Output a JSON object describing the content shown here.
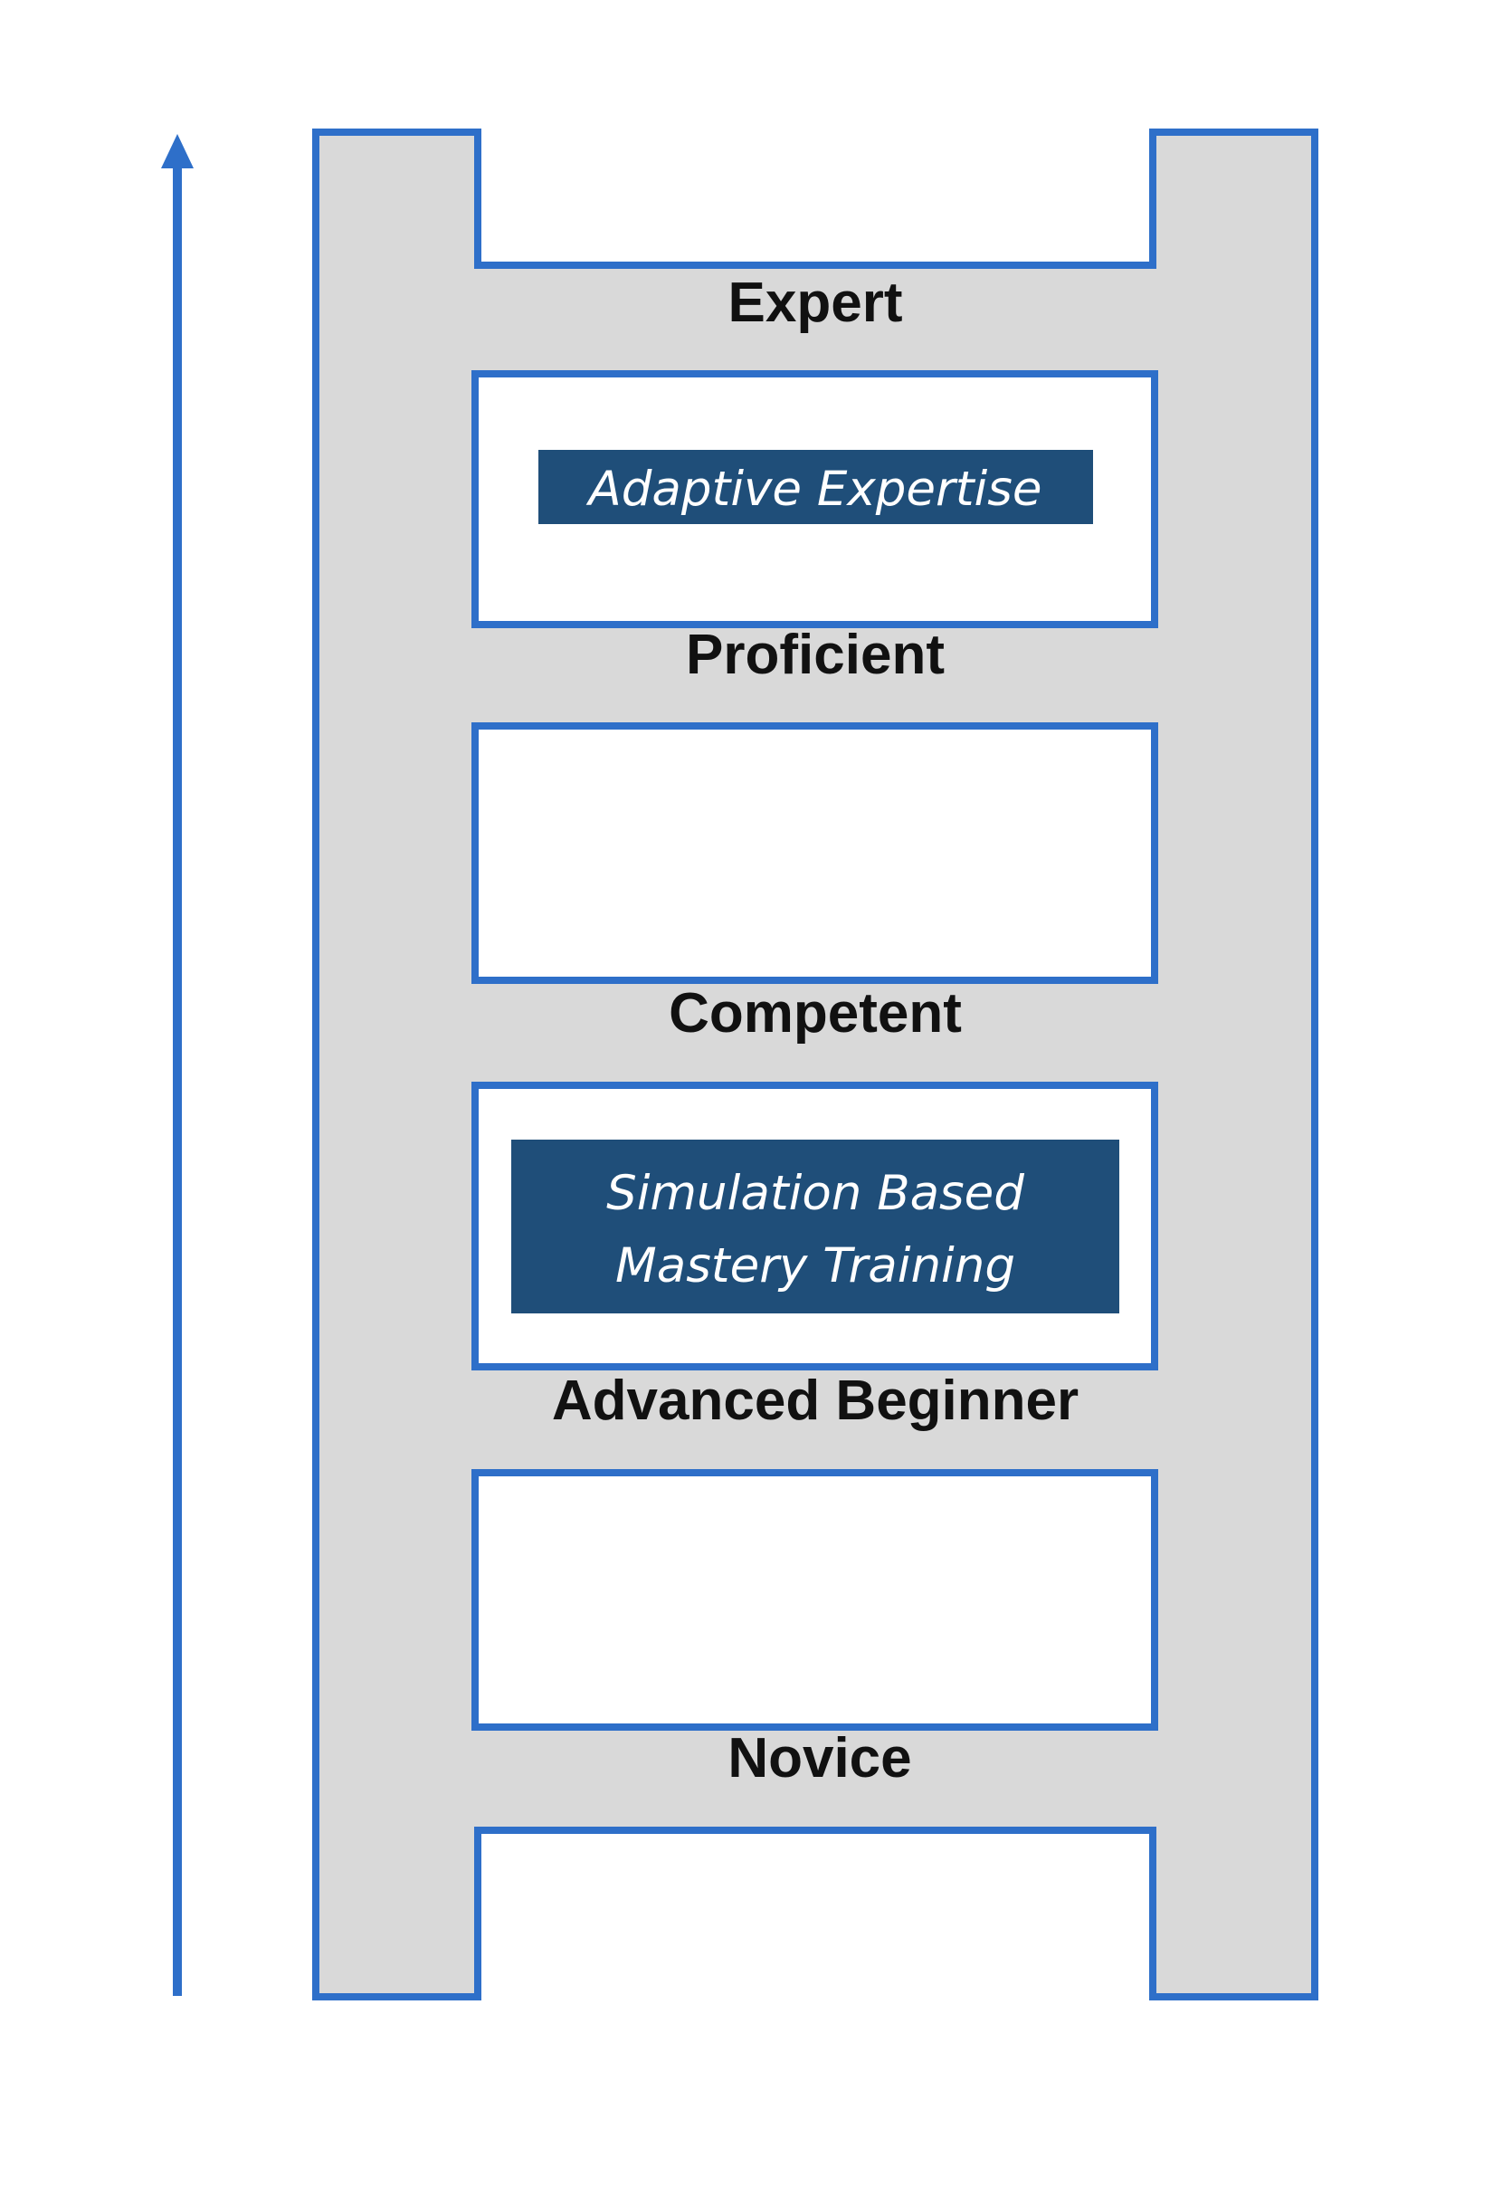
{
  "colors": {
    "outline": "#2e6fc9",
    "rail_fill": "#d9d9d9",
    "callout_fill": "#1f4e79",
    "callout_text": "#ffffff",
    "label_text": "#111111",
    "background": "#ffffff"
  },
  "arrow": {
    "direction": "up",
    "color": "#2e6fc9"
  },
  "levels": [
    {
      "label": "Expert"
    },
    {
      "label": "Proficient"
    },
    {
      "label": "Competent"
    },
    {
      "label": "Advanced Beginner"
    },
    {
      "label": "Novice"
    }
  ],
  "callouts": [
    {
      "lines": [
        "Adaptive Expertise"
      ]
    },
    {
      "lines": [
        "Simulation Based",
        "Mastery Training"
      ]
    }
  ]
}
